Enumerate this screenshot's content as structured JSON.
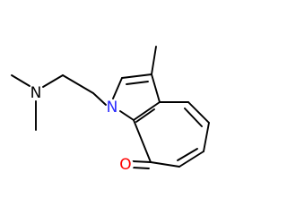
{
  "structure": {
    "atoms": [
      {
        "id": "n_amine",
        "symbol": "N",
        "color": "#000000"
      },
      {
        "id": "n_ring",
        "symbol": "N",
        "color": "#2a2aff"
      },
      {
        "id": "o_carbonyl",
        "symbol": "O",
        "color": "#ff0000"
      }
    ],
    "bond_color": "#000000",
    "background": "#ffffff"
  }
}
